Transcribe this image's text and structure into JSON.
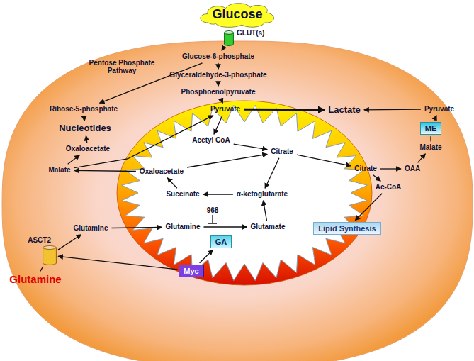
{
  "diagram": {
    "nodes": [
      {
        "text": [
          "Glucose"
        ]
      },
      {
        "text": [
          "GLUT(s)"
        ]
      },
      {
        "text": [
          "Glucose-6-phosphate"
        ]
      },
      {
        "text": [
          "Glyceraldehyde-3-phosphate"
        ]
      },
      {
        "text": [
          "Phosphoenolpyruvate"
        ]
      },
      {
        "text": [
          "Ribose-5-phosphate"
        ]
      },
      {
        "text": [
          "Nucleotides"
        ]
      },
      {
        "text": [
          "Pyruvate"
        ]
      },
      {
        "text": [
          "Lactate"
        ]
      },
      {
        "text": [
          "Pyruvate"
        ]
      },
      {
        "text": [
          "ME"
        ]
      },
      {
        "text": [
          "Oxaloacetate"
        ]
      },
      {
        "text": [
          "Malate"
        ]
      },
      {
        "text": [
          "Malate"
        ]
      },
      {
        "text": [
          "Acetyl CoA"
        ]
      },
      {
        "text": [
          "Citrate"
        ]
      },
      {
        "text": [
          "Citrate"
        ]
      },
      {
        "text": [
          "OAA"
        ]
      },
      {
        "text": [
          "Ac-CoA"
        ]
      },
      {
        "text": [
          "Oxaloacetate"
        ]
      },
      {
        "text": [
          "Succinate"
        ]
      },
      {
        "text": [
          "α-ketoglutarate"
        ]
      },
      {
        "text": [
          "Glutamine"
        ]
      },
      {
        "text": [
          "Glutamate"
        ]
      },
      {
        "text": [
          "GA"
        ]
      },
      {
        "text": [
          "Lipid Synthesis"
        ]
      },
      {
        "text": [
          "ASCT2"
        ]
      },
      {
        "text": [
          "Glutamine"
        ]
      },
      {
        "text": [
          "Glutamine"
        ]
      },
      {
        "text": [
          "Myc"
        ]
      }
    ],
    "edges": [
      {
        "from": 0,
        "to": 1,
        "arrow": "none"
      },
      {
        "from": 1,
        "to": 2,
        "arrow": "to"
      },
      {
        "from": 2,
        "to": 3,
        "arrow": "to"
      },
      {
        "from": 3,
        "to": 4,
        "arrow": "to"
      },
      {
        "from": 4,
        "to": 7,
        "arrow": "to"
      },
      {
        "from": 2,
        "to": 5,
        "label": "Pentose Phosphate Pathway",
        "arrow": "to"
      },
      {
        "from": 5,
        "to": 6,
        "arrow": "to"
      },
      {
        "from": 11,
        "to": 6,
        "arrow": "to"
      },
      {
        "from": 12,
        "to": 11,
        "arrow": "to"
      },
      {
        "from": 12,
        "to": 7,
        "arrow": "to"
      },
      {
        "from": 19,
        "to": 12,
        "arrow": "to"
      },
      {
        "from": 7,
        "to": 8,
        "arrow": "to"
      },
      {
        "from": 9,
        "to": 8,
        "arrow": "to"
      },
      {
        "from": 13,
        "to": 10,
        "arrow": "none"
      },
      {
        "from": 10,
        "to": 9,
        "arrow": "to"
      },
      {
        "from": 17,
        "to": 13,
        "arrow": "to"
      },
      {
        "from": 16,
        "to": 17,
        "arrow": "to"
      },
      {
        "from": 16,
        "to": 18,
        "arrow": "to"
      },
      {
        "from": 18,
        "to": 25,
        "arrow": "to"
      },
      {
        "from": 15,
        "to": 16,
        "arrow": "to"
      },
      {
        "from": 7,
        "to": 14,
        "arrow": "to"
      },
      {
        "from": 14,
        "to": 15,
        "arrow": "to"
      },
      {
        "from": 19,
        "to": 15,
        "arrow": "to"
      },
      {
        "from": 15,
        "to": 21,
        "arrow": "to"
      },
      {
        "from": 21,
        "to": 20,
        "arrow": "to"
      },
      {
        "from": 20,
        "to": 19,
        "arrow": "to"
      },
      {
        "from": 23,
        "to": 21,
        "arrow": "to"
      },
      {
        "from": 22,
        "to": 23,
        "arrow": "to"
      },
      {
        "from": 27,
        "to": 22,
        "arrow": "to"
      },
      {
        "from": 28,
        "to": 26,
        "arrow": "none"
      },
      {
        "from": 26,
        "to": 27,
        "arrow": "to"
      },
      {
        "from": 29,
        "to": 26,
        "arrow": "to"
      },
      {
        "from": 29,
        "to": 24,
        "arrow": "to"
      }
    ],
    "labels": [
      "968"
    ]
  }
}
